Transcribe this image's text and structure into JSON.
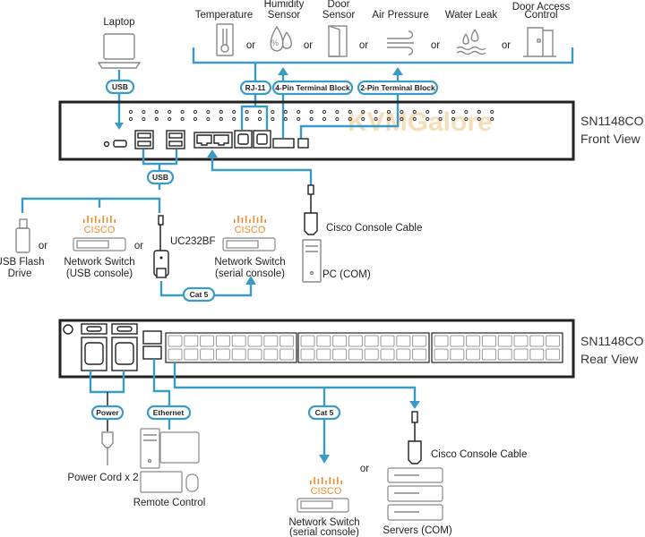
{
  "colors": {
    "wire": "#3a9cc6",
    "icon": "#888888",
    "cisco": "#f08a2a",
    "panel": "#222222"
  },
  "watermark": "KVMGalore",
  "top": {
    "laptop": "Laptop",
    "sensors": [
      {
        "line1": "",
        "line2": "Temperature",
        "icon": "thermometer-icon"
      },
      {
        "line1": "Humidity",
        "line2": "Sensor",
        "icon": "humidity-icon"
      },
      {
        "line1": "Door",
        "line2": "Sensor",
        "icon": "door-sensor-icon"
      },
      {
        "line1": "",
        "line2": "Air Pressure",
        "icon": "wind-icon"
      },
      {
        "line1": "",
        "line2": "Water Leak",
        "icon": "water-leak-icon"
      },
      {
        "line1": "Door Access",
        "line2": "Control",
        "icon": "door-access-icon"
      }
    ],
    "or": "or",
    "pills": {
      "usb": "USB",
      "rj11": "RJ-11",
      "pin4": "4-Pin Terminal Block",
      "pin2": "2-Pin Terminal Block"
    }
  },
  "front": {
    "model": "SN1148CO",
    "view": "Front View"
  },
  "front_devices": {
    "usb_pill": "USB",
    "flash_line1": "USB Flash",
    "flash_line2": "Drive",
    "cisco": "CISCO",
    "switch_usb_line1": "Network Switch",
    "switch_usb_line2": "(USB console)",
    "uc232": "UC232BF",
    "switch_serial_line1": "Network Switch",
    "switch_serial_line2": "(serial console)",
    "cat5": "Cat 5",
    "console_cable": "Cisco Console Cable",
    "pc": "PC (COM)"
  },
  "rear": {
    "model": "SN1148CO",
    "view": "Rear View"
  },
  "rear_devices": {
    "power_pill": "Power",
    "ethernet_pill": "Ethernet",
    "cat5_pill": "Cat 5",
    "power_cord": "Power Cord x 2",
    "remote": "Remote Control",
    "cisco": "CISCO",
    "switch_line1": "Network Switch",
    "switch_line2": "(serial console)",
    "console_cable": "Cisco Console Cable",
    "servers": "Servers (COM)"
  }
}
